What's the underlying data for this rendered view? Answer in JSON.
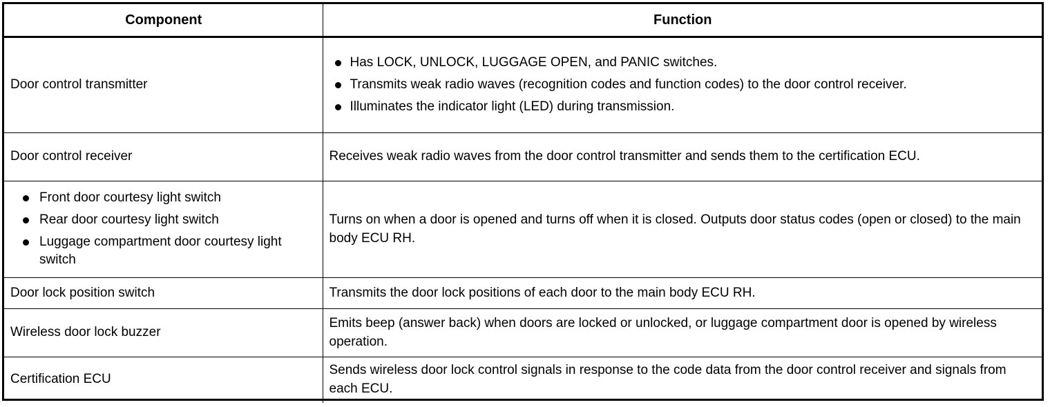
{
  "table": {
    "headers": {
      "component": "Component",
      "function": "Function"
    },
    "rows": [
      {
        "component": "Door control transmitter",
        "component_bullets": [],
        "function": "",
        "function_bullets": [
          "Has LOCK, UNLOCK, LUGGAGE OPEN, and PANIC switches.",
          "Transmits weak radio waves (recognition codes and function codes) to the door control receiver.",
          "Illuminates the indicator light (LED) during transmission."
        ]
      },
      {
        "component": "Door control receiver",
        "component_bullets": [],
        "function": "Receives weak radio waves from the door control transmitter and sends them to the certification ECU.",
        "function_bullets": []
      },
      {
        "component": "",
        "component_bullets": [
          "Front door courtesy light switch",
          "Rear door courtesy light switch",
          "Luggage compartment door courtesy light switch"
        ],
        "function": "Turns on when a door is opened and turns off when it is closed. Outputs door status codes (open or closed) to the main body ECU RH.",
        "function_bullets": []
      },
      {
        "component": "Door lock position switch",
        "component_bullets": [],
        "function": "Transmits the door lock positions of each door to the main body ECU RH.",
        "function_bullets": []
      },
      {
        "component": "Wireless door lock buzzer",
        "component_bullets": [],
        "function": "Emits beep (answer back) when doors are locked or unlocked, or luggage compartment door is opened by wireless operation.",
        "function_bullets": []
      },
      {
        "component": "Certification ECU",
        "component_bullets": [],
        "function": "Sends wireless door lock control signals in response to the code data from the door control receiver and signals from each ECU.",
        "function_bullets": []
      }
    ]
  },
  "colors": {
    "border": "#000000",
    "text": "#000000",
    "background": "#ffffff"
  }
}
